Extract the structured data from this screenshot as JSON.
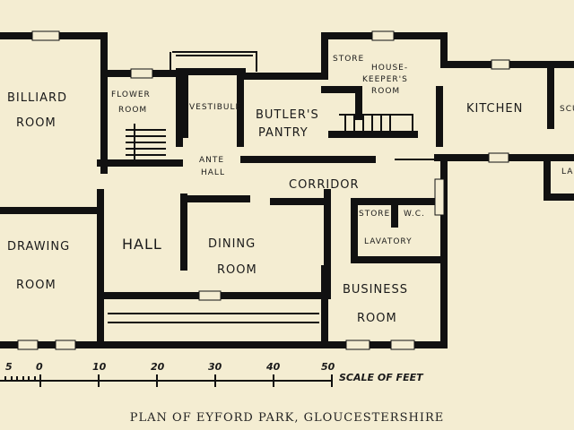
{
  "rooms": {
    "billiard": [
      "BILLIARD",
      "ROOM"
    ],
    "flower": [
      "FLOWER",
      "ROOM"
    ],
    "vestibule": "VESTIBULE",
    "butlers": [
      "BUTLER'S",
      "PANTRY"
    ],
    "store1": "STORE",
    "housekeeper": [
      "HOUSE-",
      "KEEPER'S",
      "ROOM"
    ],
    "kitchen": "KITCHEN",
    "scullery_partial": "SCU",
    "larder_partial": "LA",
    "ante_hall": [
      "ANTE",
      "HALL"
    ],
    "corridor": "CORRIDOR",
    "store2": "STORE",
    "wc": "W.C.",
    "lavatory": "LAVATORY",
    "drawing": [
      "DRAWING",
      "ROOM"
    ],
    "hall": "HALL",
    "dining": [
      "DINING",
      "ROOM"
    ],
    "business": [
      "BUSINESS",
      "ROOM"
    ]
  },
  "scale": {
    "ticks": [
      "5",
      "0",
      "10",
      "20",
      "30",
      "40",
      "50"
    ],
    "label": "SCALE OF FEET"
  },
  "caption": "PLAN OF EYFORD PARK, GLOUCESTERSHIRE"
}
